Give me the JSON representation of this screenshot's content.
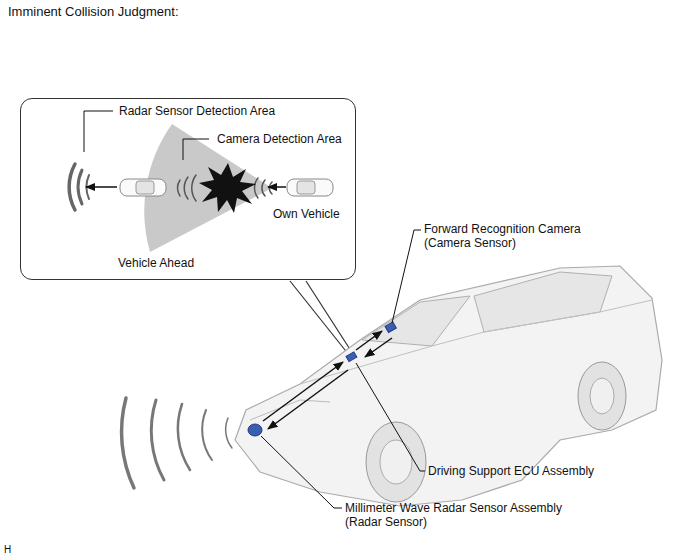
{
  "diagram": {
    "title": "Imminent Collision Judgment:",
    "nodes": [
      {
        "text": [
          "Radar Sensor Detection Area",
          "Camera Detection Area",
          "Own Vehicle",
          "Vehicle Ahead"
        ]
      }
    ],
    "labels": [
      "Forward Recognition Camera (Camera Sensor)",
      "Driving Support ECU Assembly",
      "Millimeter Wave Radar Sensor Assembly (Radar Sensor)",
      "H"
    ]
  }
}
